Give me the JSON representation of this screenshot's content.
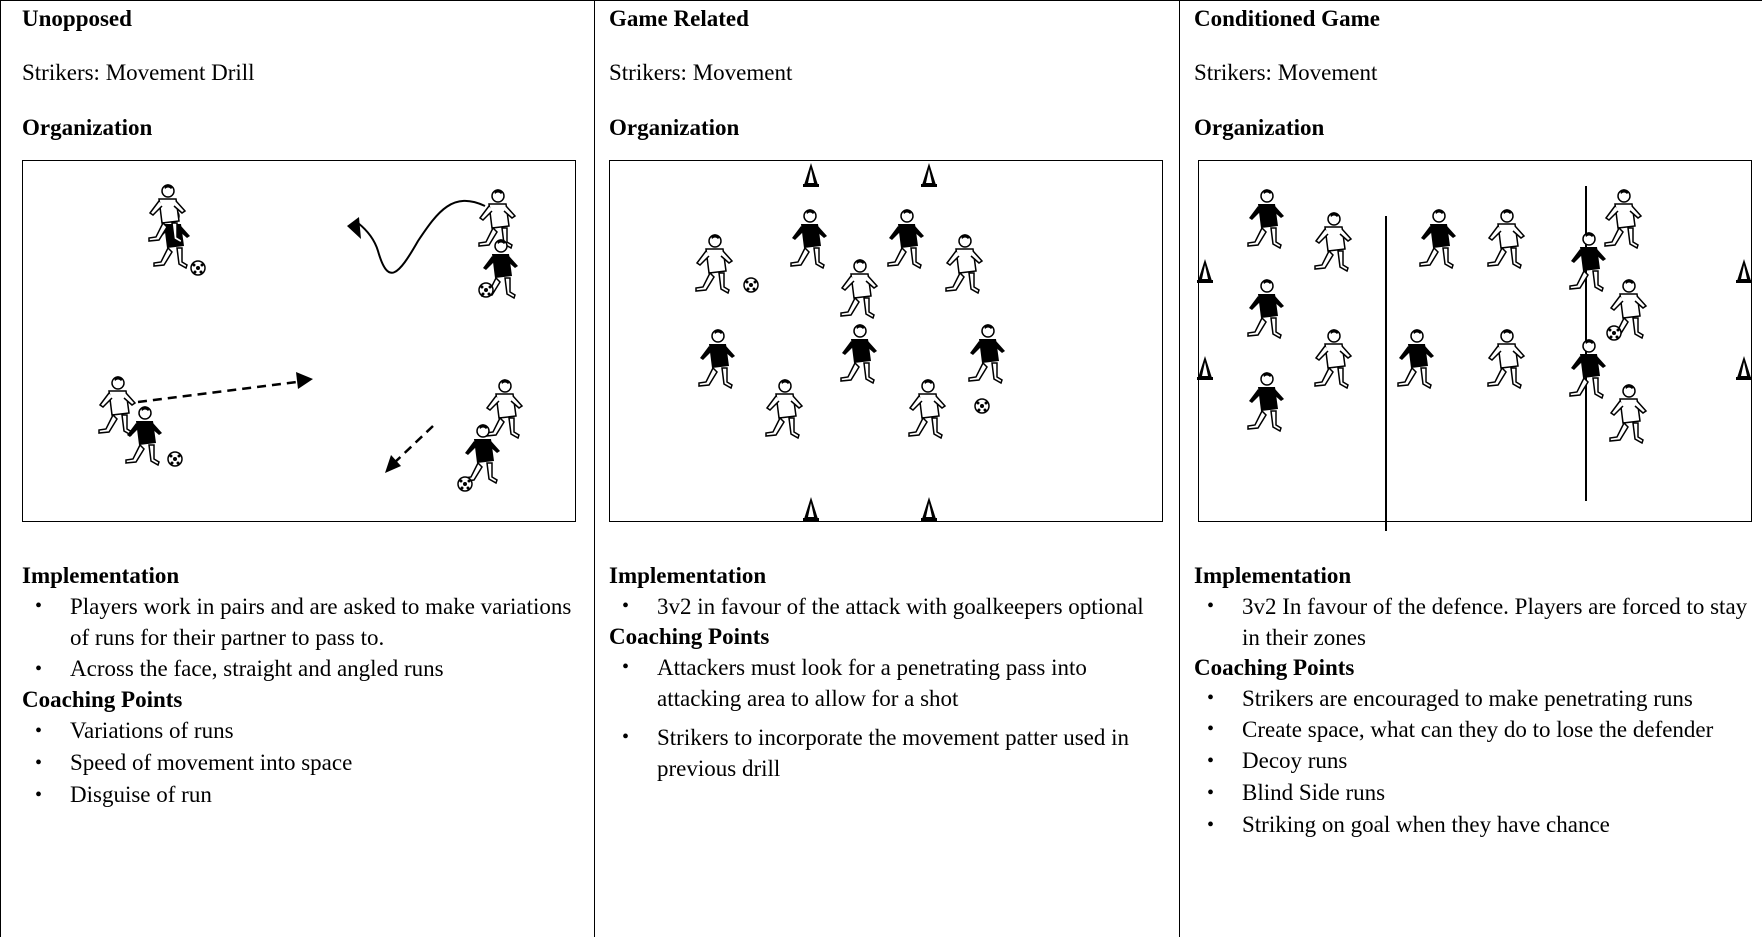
{
  "columns": [
    {
      "heading": "Unopposed",
      "subtitle": "Strikers: Movement Drill",
      "org_title": "Organization",
      "implementation_title": "Implementation",
      "implementation": [
        "Players work in pairs and are asked to make variations of runs for their partner to pass to.",
        "Across the face, straight and angled runs"
      ],
      "coaching_title": "Coaching Points",
      "coaching": [
        "Variations of runs",
        "Speed of movement into space",
        "Disguise of run"
      ]
    },
    {
      "heading": "Game Related",
      "subtitle": "Strikers: Movement",
      "org_title": "Organization",
      "implementation_title": "Implementation",
      "implementation": [
        "3v2 in favour of the attack with goalkeepers optional"
      ],
      "coaching_title": "Coaching Points",
      "coaching": [
        "Attackers must look for a penetrating pass into attacking area to allow for a shot",
        "Strikers to incorporate the movement patter used in previous drill"
      ]
    },
    {
      "heading": "Conditioned Game",
      "subtitle": "Strikers: Movement",
      "org_title": "Organization",
      "implementation_title": "Implementation",
      "implementation": [
        " 3v2 In favour of the defence. Players are forced to stay in their zones"
      ],
      "coaching_title": "Coaching Points",
      "coaching": [
        "Strikers are encouraged to make penetrating runs",
        "Create space, what can they do to lose the defender",
        "Decoy runs",
        "Blind Side runs",
        "Striking on goal when they have chance"
      ]
    }
  ],
  "icons": {
    "player_dark": "player-dark-icon",
    "player_light": "player-light-icon",
    "ball": "soccer-ball-icon",
    "cone": "cone-icon"
  }
}
